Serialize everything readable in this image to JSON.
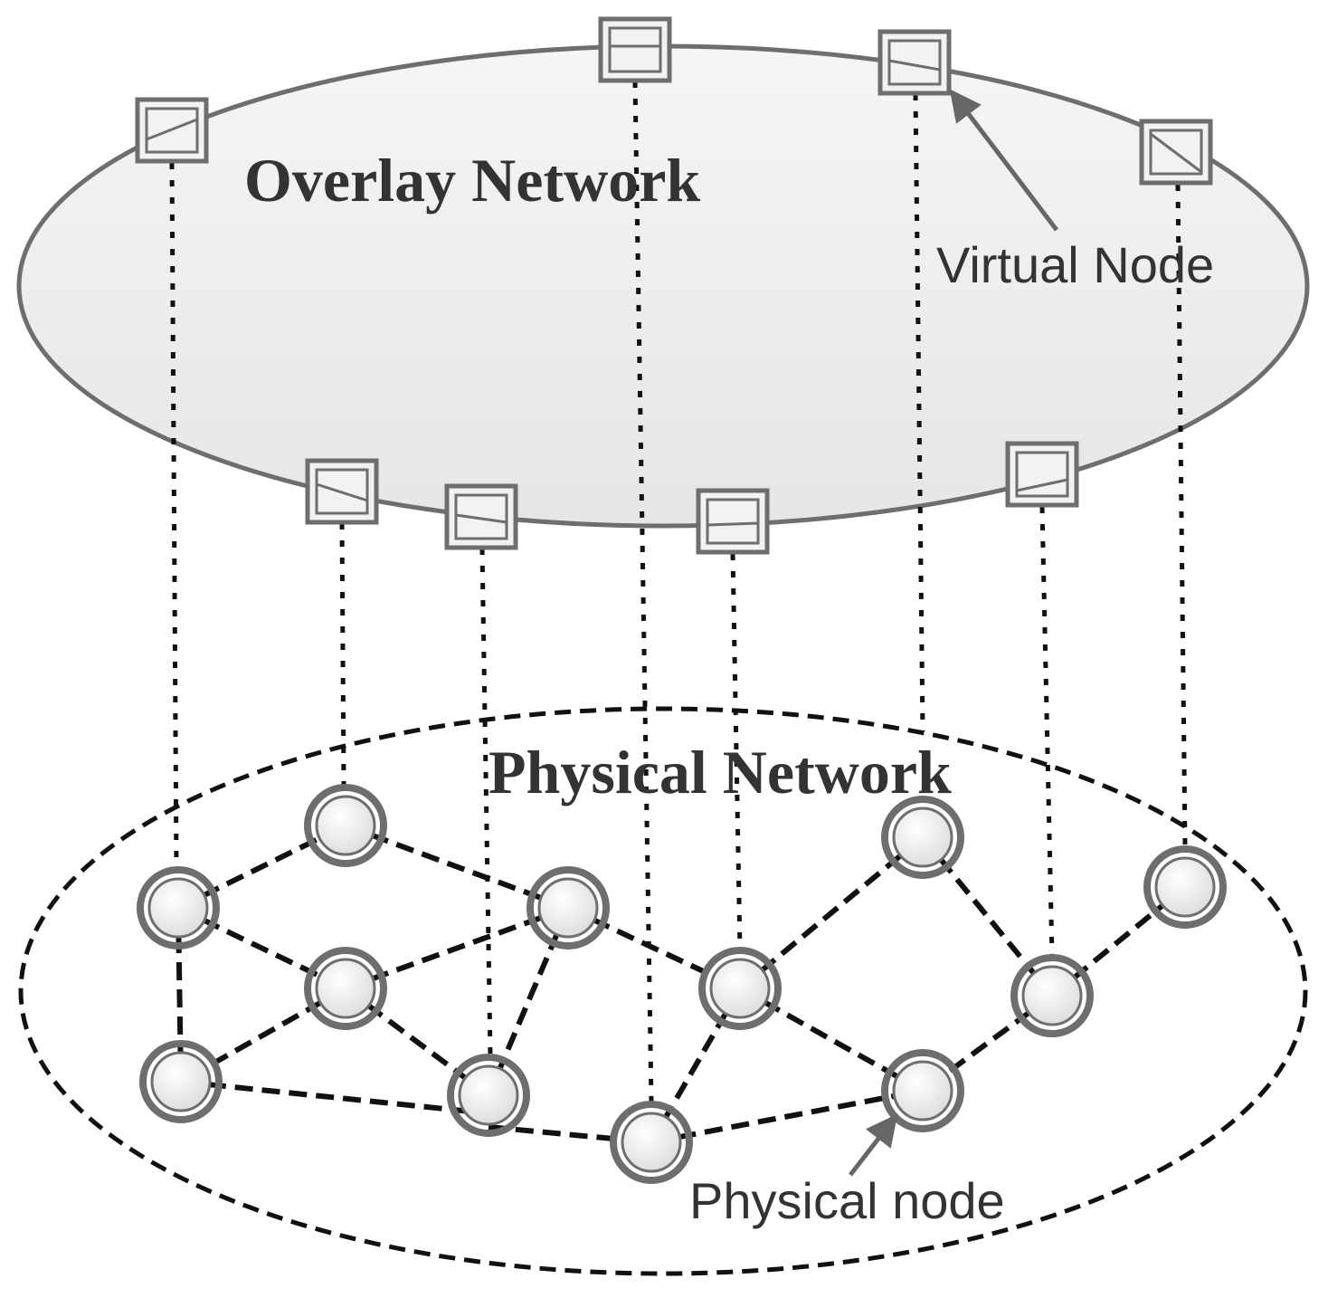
{
  "diagram": {
    "overlay_title": "Overlay Network",
    "physical_title": "Physical Network",
    "virtual_node_label": "Virtual Node",
    "physical_node_label": "Physical node",
    "colors": {
      "overlay_fill": "#eeeeee",
      "overlay_stroke": "#6e6e6e",
      "node_stroke": "#6e6e6e",
      "dashed_stroke": "#111111"
    }
  }
}
